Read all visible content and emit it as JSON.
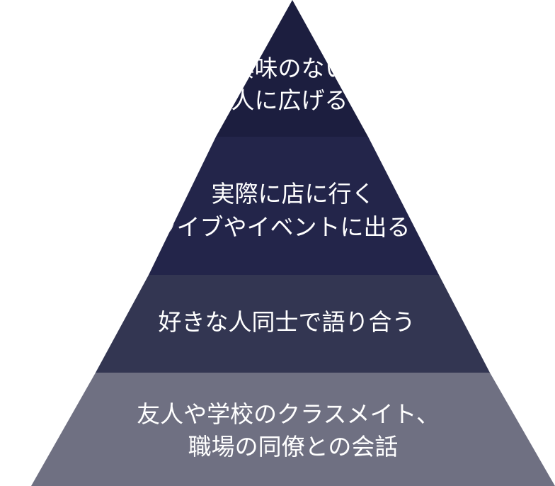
{
  "pyramid": {
    "tiers": [
      {
        "id": "top",
        "lines": [
          "興味のない",
          "人に広げる"
        ],
        "color": "#1c1e3f"
      },
      {
        "id": "upper-middle",
        "lines": [
          "実際に店に行く",
          "ライブやイベントに出る"
        ],
        "color": "#23254a"
      },
      {
        "id": "lower-middle",
        "lines": [
          "好きな人同士で語り合う"
        ],
        "color": "#333652"
      },
      {
        "id": "base",
        "lines": [
          "友人や学校のクラスメイト、",
          "職場の同僚との会話"
        ],
        "color": "#6f7082"
      }
    ]
  }
}
